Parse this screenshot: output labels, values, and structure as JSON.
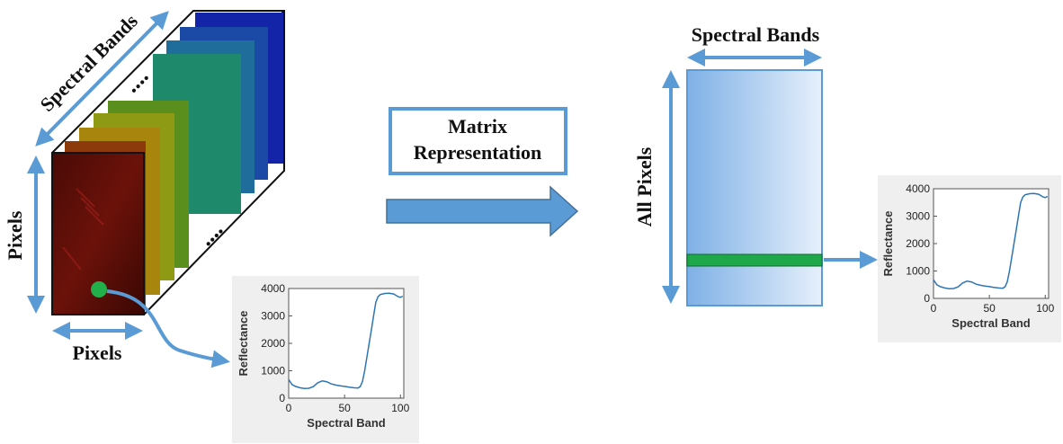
{
  "cube": {
    "spectral_bands_label": "Spectral Bands",
    "pixels_vertical_label": "Pixels",
    "pixels_horizontal_label": "Pixels",
    "ellipsis_top": "....",
    "ellipsis_front": "...."
  },
  "process_box": {
    "line1": "Matrix",
    "line2": "Representation"
  },
  "matrix": {
    "spectral_bands_label": "Spectral Bands",
    "all_pixels_label": "All Pixels",
    "highlight_color": "#1ea84a"
  },
  "colors": {
    "arrow": "#5b9bd5",
    "box_border": "#5b9bd5",
    "matrix_gradient_start": "#7fb0e6",
    "matrix_gradient_end": "#e6f0fb",
    "pixel_marker": "#22b04b",
    "spectrum_line": "#2e75b6"
  },
  "chart_data": [
    {
      "type": "line",
      "xlabel": "Spectral Band",
      "ylabel": "Reflectance",
      "xlim": [
        0,
        103
      ],
      "ylim": [
        0,
        4000
      ],
      "xticks": [
        0,
        50,
        100
      ],
      "yticks": [
        0,
        1000,
        2000,
        3000,
        4000
      ],
      "x": [
        0,
        3,
        6,
        10,
        14,
        18,
        22,
        26,
        30,
        34,
        38,
        42,
        46,
        50,
        54,
        58,
        62,
        64,
        66,
        68,
        70,
        72,
        74,
        76,
        78,
        80,
        82,
        84,
        86,
        90,
        94,
        98,
        100,
        102
      ],
      "y": [
        680,
        500,
        430,
        380,
        350,
        360,
        420,
        560,
        630,
        600,
        520,
        480,
        450,
        430,
        400,
        380,
        370,
        420,
        600,
        1000,
        1500,
        2000,
        2500,
        3000,
        3500,
        3700,
        3780,
        3800,
        3820,
        3830,
        3800,
        3700,
        3680,
        3720
      ]
    },
    {
      "type": "line",
      "xlabel": "Spectral Band",
      "ylabel": "Reflectance",
      "xlim": [
        0,
        103
      ],
      "ylim": [
        0,
        4000
      ],
      "xticks": [
        0,
        50,
        100
      ],
      "yticks": [
        0,
        1000,
        2000,
        3000,
        4000
      ],
      "x": [
        0,
        3,
        6,
        10,
        14,
        18,
        22,
        26,
        30,
        34,
        38,
        42,
        46,
        50,
        54,
        58,
        62,
        64,
        66,
        68,
        70,
        72,
        74,
        76,
        78,
        80,
        82,
        84,
        86,
        90,
        94,
        98,
        100,
        102
      ],
      "y": [
        680,
        500,
        430,
        380,
        350,
        360,
        420,
        560,
        630,
        600,
        520,
        480,
        450,
        430,
        400,
        380,
        370,
        420,
        600,
        1000,
        1500,
        2000,
        2500,
        3000,
        3500,
        3700,
        3780,
        3800,
        3820,
        3830,
        3800,
        3700,
        3680,
        3720
      ]
    }
  ]
}
